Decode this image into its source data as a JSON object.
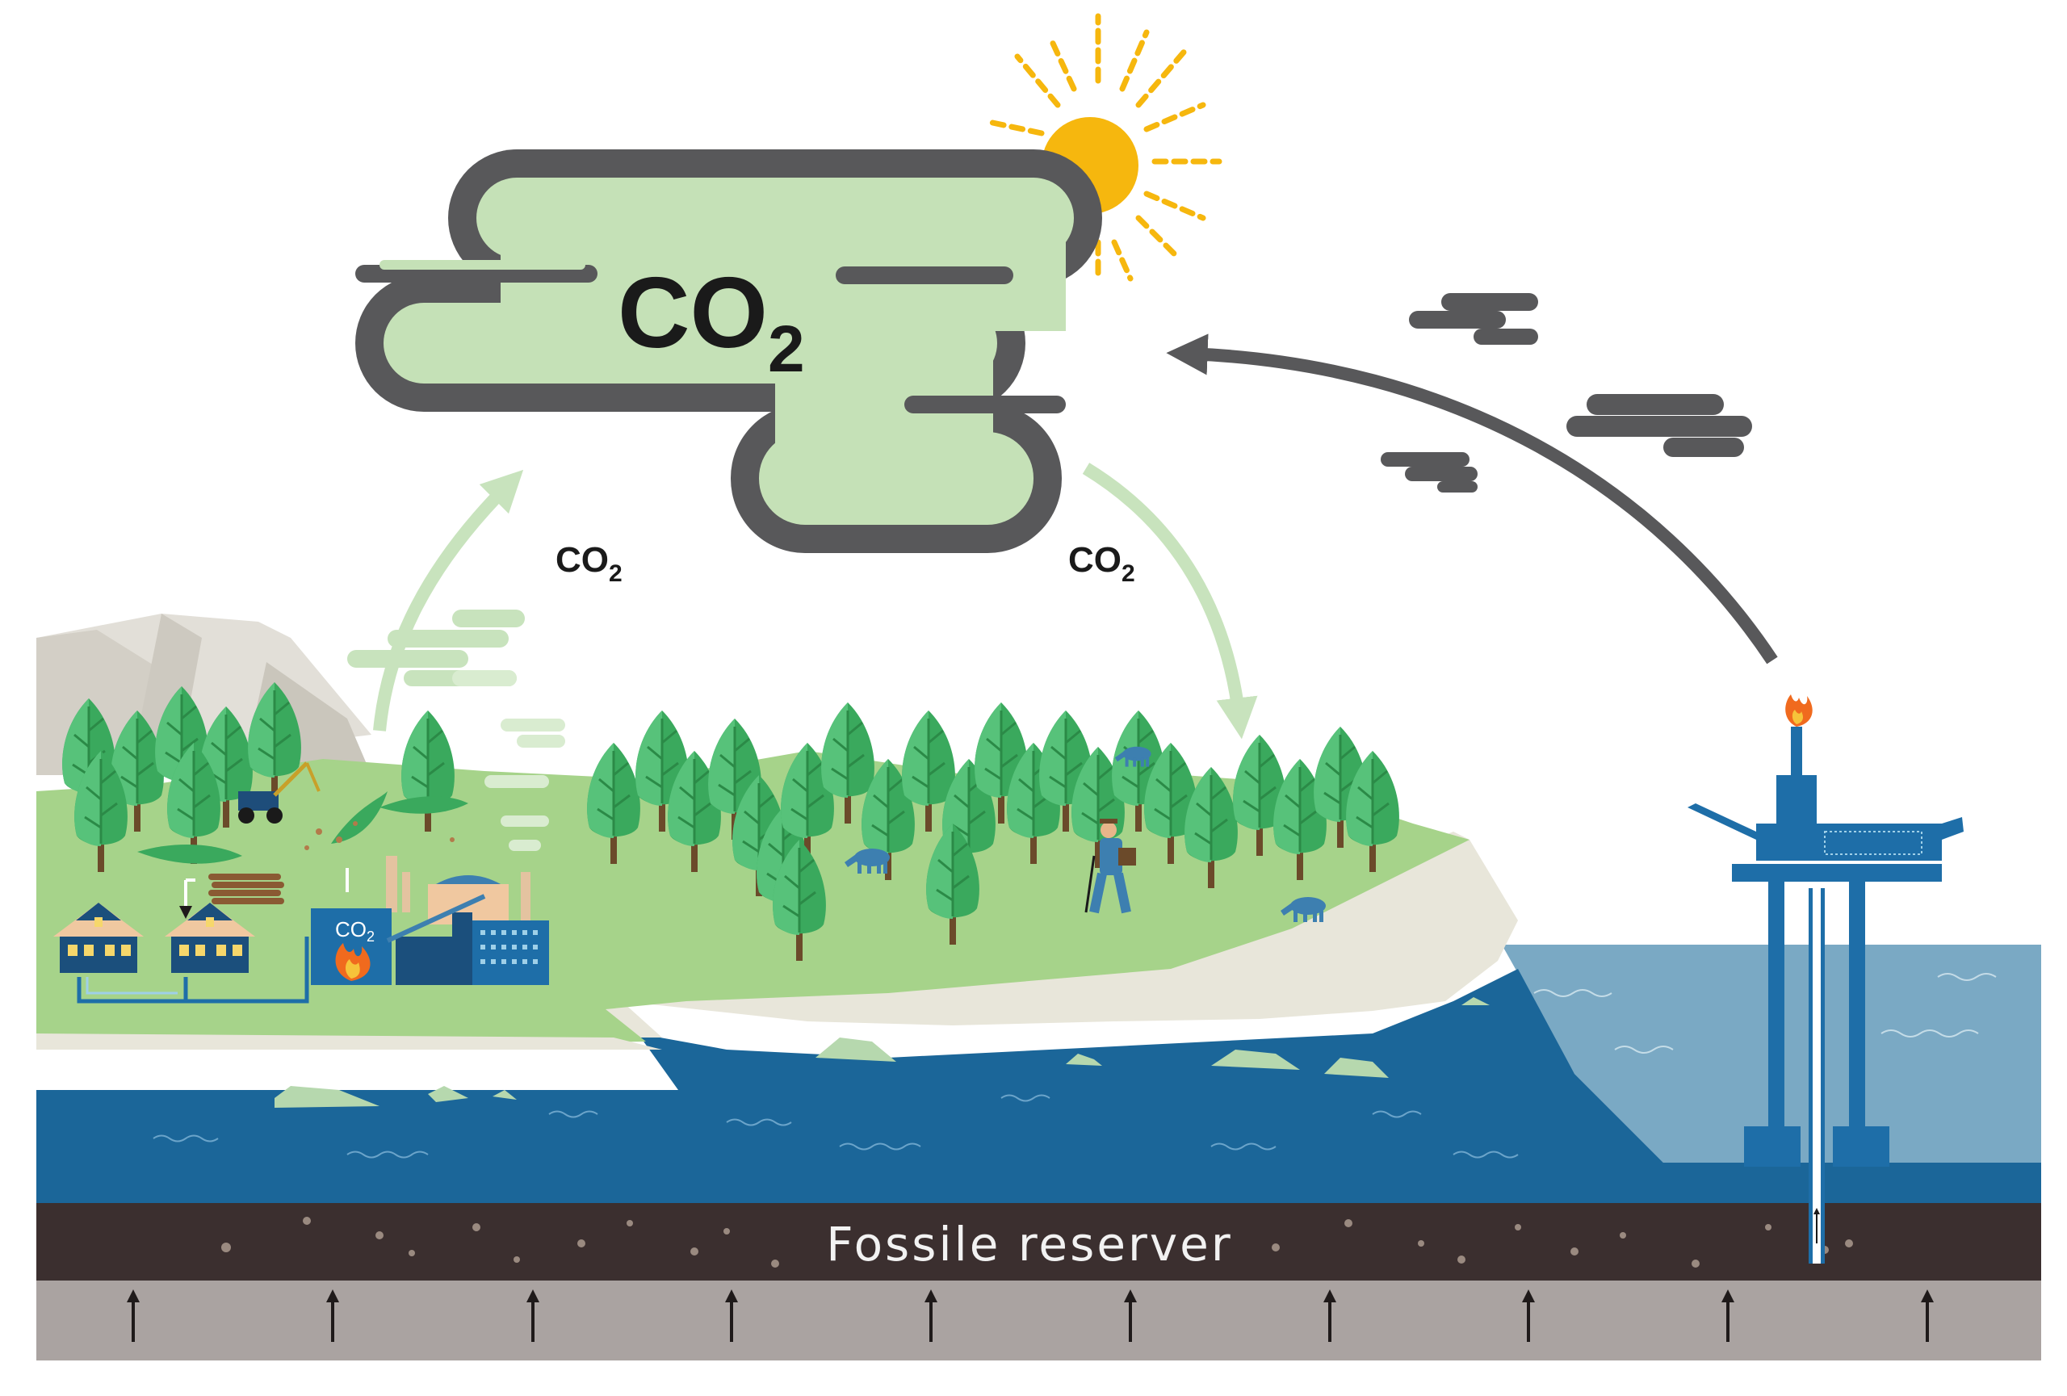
{
  "labels": {
    "main_cloud": "CO",
    "main_cloud_sub": "2",
    "left_arrow": "CO",
    "left_arrow_sub": "2",
    "right_arrow": "CO",
    "right_arrow_sub": "2",
    "factory_sign": "CO",
    "factory_sign_sub": "2",
    "reservoir": "Fossile reserver"
  },
  "colors": {
    "cloud_fill": "#c5e1b7",
    "cloud_outline": "#58585a",
    "sun": "#f6b70e",
    "land": "#a6d38a",
    "cliff": "#e8e6da",
    "sea": "#1b6699",
    "deep_sea": "#7aa9c4",
    "reservoir": "#3b2f2f",
    "bedrock": "#aaa3a1",
    "tree": "#3aa95d",
    "platform": "#1e6ea8",
    "smoke_arrow": "#c8e3bd",
    "emission_arrow": "#58585a"
  },
  "icons": [
    "sun-icon",
    "tree-icon",
    "house-icon",
    "power-plant-icon",
    "oil-platform-icon",
    "flame-icon",
    "cow-icon",
    "forestry-machine-icon",
    "worker-icon",
    "log-pile-icon"
  ]
}
